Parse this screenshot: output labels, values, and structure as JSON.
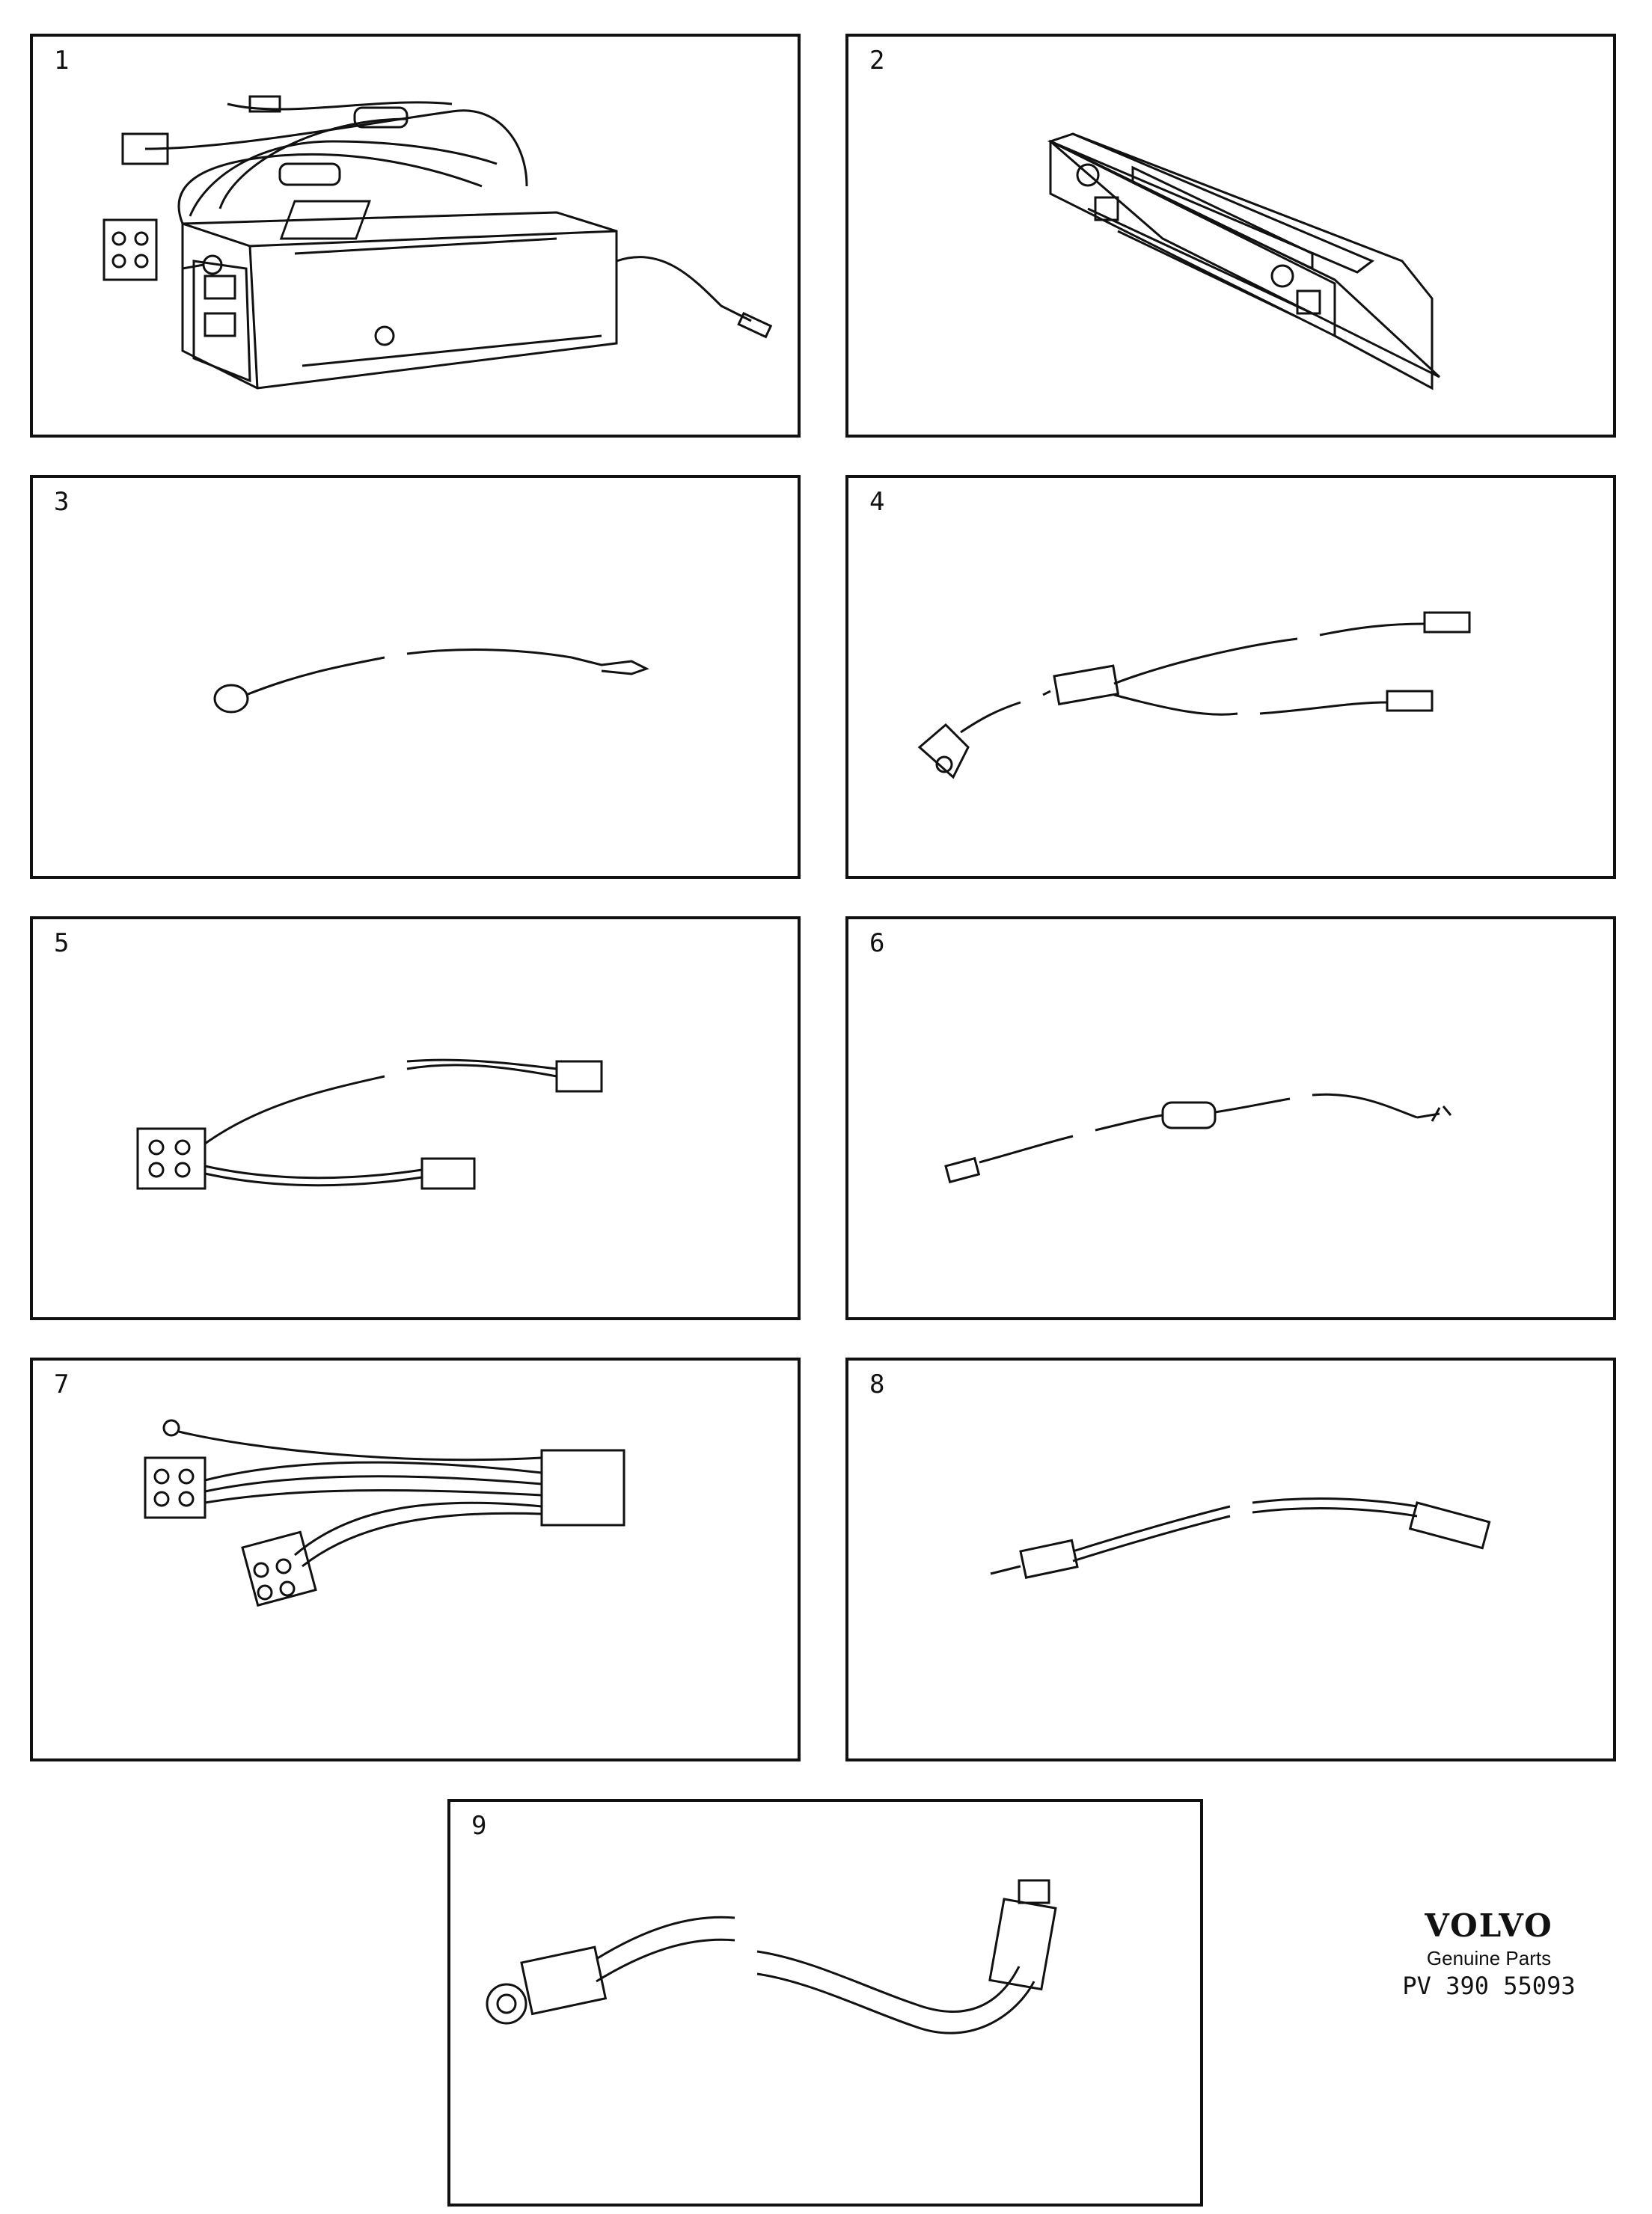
{
  "panels": [
    {
      "number": "1"
    },
    {
      "number": "2"
    },
    {
      "number": "3"
    },
    {
      "number": "4"
    },
    {
      "number": "5"
    },
    {
      "number": "6"
    },
    {
      "number": "7"
    },
    {
      "number": "8"
    },
    {
      "number": "9"
    }
  ],
  "brand": {
    "logo": "VOLVO",
    "subtitle": "Genuine Parts",
    "code": "PV 390 55093"
  }
}
